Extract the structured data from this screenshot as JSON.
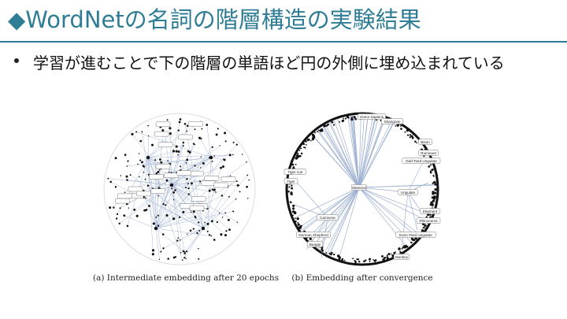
{
  "title": "◆WordNetの名詞の階層構造の実験結果",
  "bullet": "学習が進むことで下の階層の単語ほど円の外側に埋め込まれている",
  "figures": [
    {
      "caption": "(a) Intermediate embedding after 20 epochs"
    },
    {
      "caption": "(b) Embedding after convergence",
      "labels": {
        "center": "Mammal",
        "homo_sapiens": "Homo Sapiens",
        "shangrian": "Shangrian",
        "tiger_cat": "Tiger Cat",
        "tiger": "Tiger",
        "carnivore": "Carnivore",
        "german_shepherd": "German Shepherd",
        "beagle": "Beagle",
        "ungulate": "Ungulate",
        "elephant": "Elephant",
        "odd_toed": "Odd-Toed Ungulate",
        "rhinoceros": "Rhinoceros",
        "even_toed": "Even-Toed Ungulate",
        "bison": "Bison",
        "ruminant": "Ruminant",
        "monkey": "Monkey"
      }
    }
  ]
}
